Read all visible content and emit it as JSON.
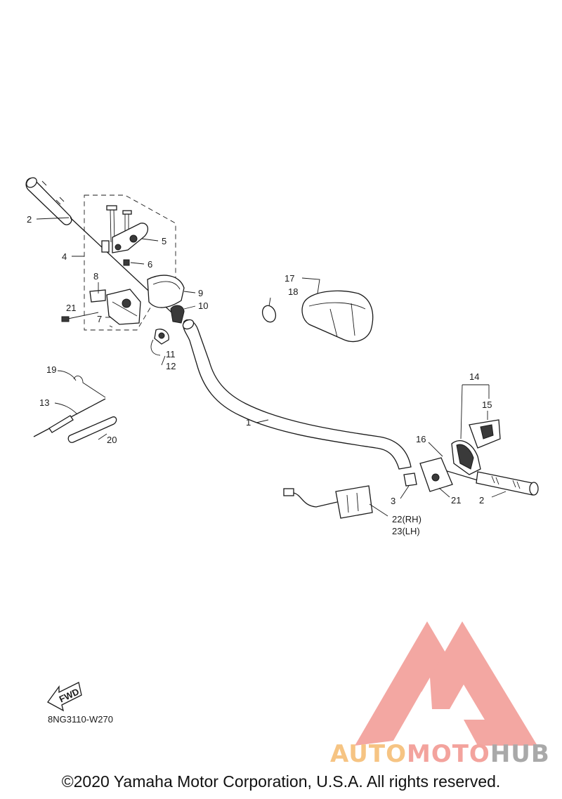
{
  "diagram": {
    "code": "8NG3110-W270",
    "fwd_label": "FWD",
    "callouts": {
      "c1": "1",
      "c2a": "2",
      "c2b": "2",
      "c3": "3",
      "c4": "4",
      "c5": "5",
      "c6": "6",
      "c7": "7",
      "c8": "8",
      "c9": "9",
      "c10": "10",
      "c11": "11",
      "c12": "12",
      "c13": "13",
      "c14": "14",
      "c15": "15",
      "c16": "16",
      "c17": "17",
      "c18": "18",
      "c19": "19",
      "c20": "20",
      "c21a": "21",
      "c21b": "21",
      "c22": "22(RH)",
      "c23": "23(LH)"
    }
  },
  "watermark": {
    "part1": "AUTO",
    "part2": "MOTO",
    "part3": "HUB",
    "colors": {
      "auto": "#f6c483",
      "moto": "#f3a39d",
      "hub": "#a9a9a9",
      "logo": "#f08a84"
    }
  },
  "footer": {
    "copyright": "©2020 Yamaha Motor Corporation, U.S.A. All rights reserved."
  }
}
